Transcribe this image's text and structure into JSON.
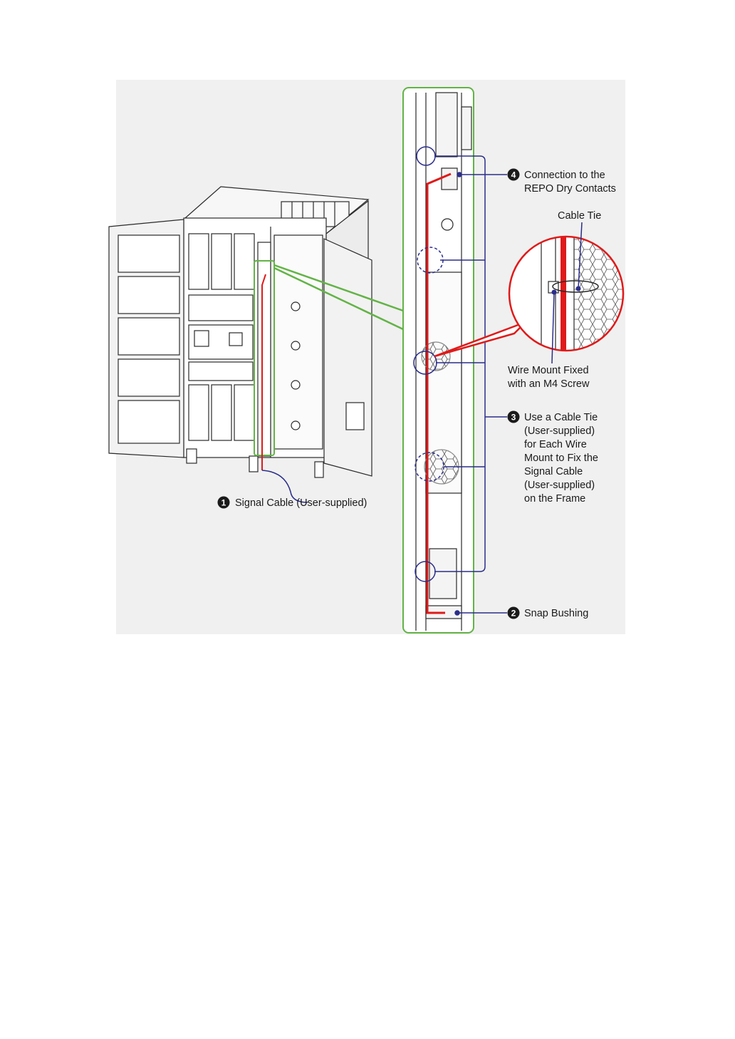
{
  "colors": {
    "panel_bg": "#f0f0f0",
    "callout_line": "#2b2d8a",
    "highlight_border": "#62b346",
    "signal_cable": "#e01a1a",
    "line_art": "#2a2a2a"
  },
  "callouts": [
    {
      "number": "1",
      "lines": [
        "Signal Cable (User-supplied)"
      ]
    },
    {
      "number": "2",
      "lines": [
        "Snap Bushing"
      ]
    },
    {
      "number": "3",
      "lines": [
        "Use a Cable Tie",
        "(User-supplied)",
        "for Each Wire",
        "Mount to Fix the",
        "Signal Cable",
        "(User-supplied)",
        "on the Frame"
      ]
    },
    {
      "number": "4",
      "lines": [
        "Connection to the",
        "REPO Dry Contacts"
      ]
    }
  ],
  "detail_labels": {
    "cable_tie": "Cable Tie",
    "wire_mount": [
      "Wire Mount Fixed",
      "with an M4 Screw"
    ]
  }
}
